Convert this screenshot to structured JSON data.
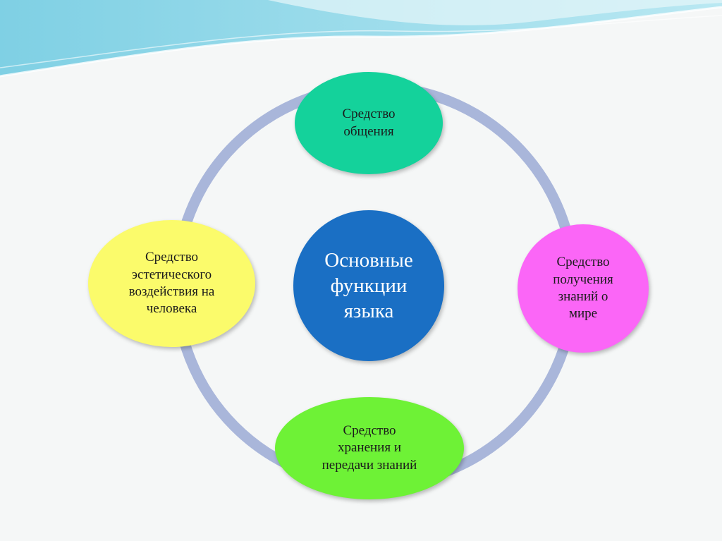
{
  "diagram": {
    "center": {
      "text": "Основные функции языка",
      "lines": [
        "Основные",
        "функции",
        "языка"
      ],
      "color": "#1a6fc4"
    },
    "nodes": [
      {
        "id": "top",
        "text": "Средство общения",
        "lines": [
          "Средство",
          "общения"
        ],
        "color": "#14d29b"
      },
      {
        "id": "right",
        "text": "Средство получения знаний о мире",
        "lines": [
          "Средство",
          "получения",
          "знаний о",
          "мире"
        ],
        "color": "#fb66f7"
      },
      {
        "id": "bottom",
        "text": "Средство хранения и передачи знаний",
        "lines": [
          "Средство",
          "хранения и",
          "передачи знаний"
        ],
        "color": "#6ef236"
      },
      {
        "id": "left",
        "text": "Средство эстетического воздействия на человека",
        "lines": [
          "Средство",
          "эстетического",
          "воздействия на",
          "человека"
        ],
        "color": "#fbfb6b"
      }
    ],
    "ring_color": "#a9b6da"
  }
}
